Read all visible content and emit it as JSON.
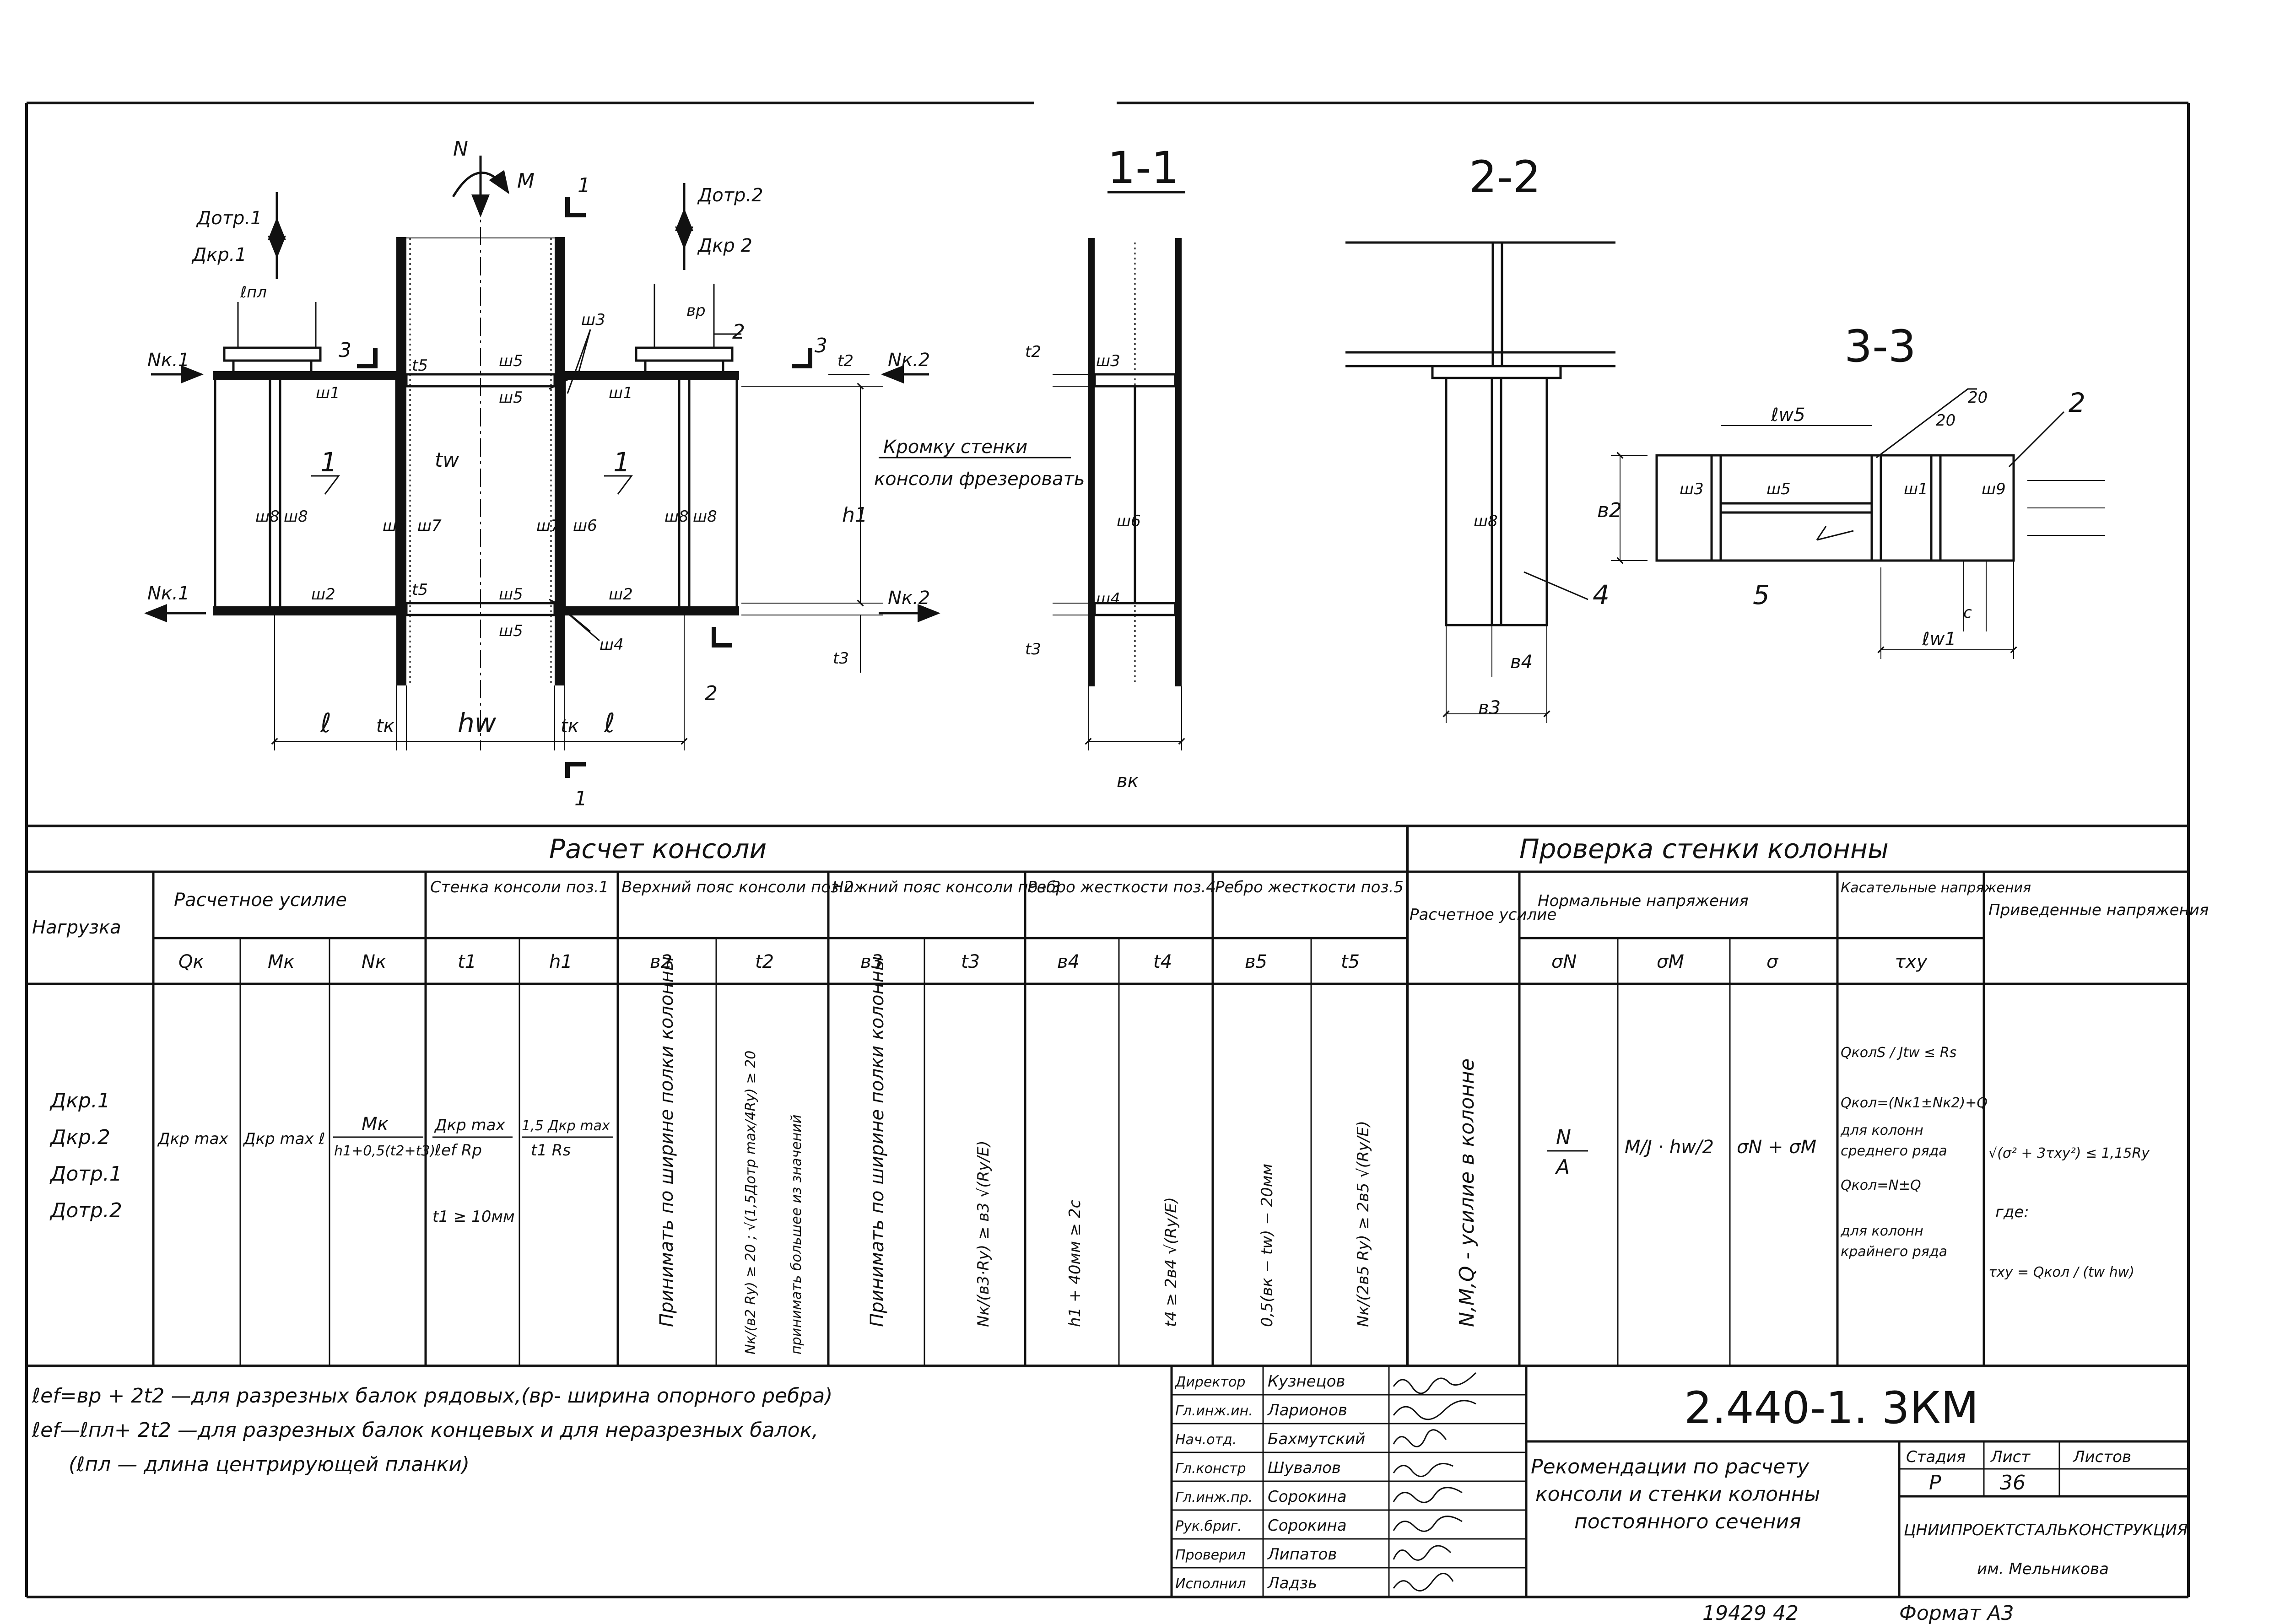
{
  "drawing": {
    "main": {
      "N": "N",
      "M": "M",
      "d_otp1": "Дотр.1",
      "d_kr1": "Дкр.1",
      "d_otp2": "Дотр.2",
      "d_kr2": "Дкр 2",
      "l_pl": "ℓпл",
      "b_p": "вр",
      "nk1_top": "Nк.1",
      "nk1_bot": "Nк.1",
      "nk2_top": "Nк.2",
      "nk2_bot": "Nк.2",
      "cut1_top": "1",
      "cut1_bot": "1",
      "cut2_top": "2",
      "cut2_bot": "2",
      "cut3_l": "3",
      "cut3_r": "3",
      "t2": "t2",
      "t3": "t3",
      "t5_top": "t5",
      "t5_bot": "t5",
      "tw": "tw",
      "h1": "h1",
      "w1_l": "ш1",
      "w1_r": "ш1",
      "w2_l": "ш2",
      "w2_r": "ш2",
      "w3": "ш3",
      "w4": "ш4",
      "w5_a": "ш5",
      "w5_b": "ш5",
      "w5_c": "ш5",
      "w5_d": "ш5",
      "w6_l": "ш6",
      "w6_r": "ш6",
      "w7_l": "ш7",
      "w7_r": "ш7",
      "w8_a": "ш8",
      "w8_b": "ш8",
      "w8_c": "ш8",
      "w8_d": "ш8",
      "pos1_l": "1",
      "pos1_r": "1",
      "note1": "Кромку стенки",
      "note2": "консоли фрезеровать",
      "dim_l_l": "ℓ",
      "dim_tk_l": "tк",
      "dim_hw": "hw",
      "dim_tk_r": "tк",
      "dim_l_r": "ℓ"
    },
    "sec11": {
      "title": "1-1",
      "t2": "t2",
      "t3": "t3",
      "w3": "ш3",
      "w4": "ш4",
      "w6": "ш6",
      "bk": "вк"
    },
    "sec22": {
      "title": "2-2",
      "w8": "ш8",
      "b4": "в4",
      "b3": "в3",
      "pos4": "4"
    },
    "sec33": {
      "title": "3-3",
      "lw5": "ℓw5",
      "a20": "20",
      "b20": "20",
      "pos2": "2",
      "pos5": "5",
      "b2": "в2",
      "w3": "ш3",
      "w5": "ш5",
      "w1": "ш1",
      "w9": "ш9",
      "c": "с",
      "lw1": "ℓw1"
    }
  },
  "table": {
    "section_left": "Расчет консоли",
    "section_right": "Проверка стенки колонны",
    "col_load": "Нагрузка",
    "g_force": "Расчетное усилие",
    "g_web": "Стенка консоли поз.1",
    "g_top": "Верхний пояс консоли поз.2",
    "g_bottom": "Нижний пояс консоли поз.3",
    "g_rib4": "Ребро жесткости поз.4",
    "g_rib5": "Ребро жесткости поз.5",
    "g_calc": "Расчетное усилие",
    "g_normal": "Нормальные напряжения",
    "g_shear": "Касательные напряжения",
    "g_reduced": "Приведенные напряжения",
    "h": [
      "Qк",
      "Mк",
      "Nк",
      "t1",
      "h1",
      "в2",
      "t2",
      "в3",
      "t3",
      "в4",
      "t4",
      "в5",
      "t5",
      "σN",
      "σM",
      "σ",
      "τxy"
    ],
    "loads": [
      "Дкр.1",
      "Дкр.2",
      "Дотр.1",
      "Дотр.2"
    ],
    "v_qk": "Дкр max",
    "v_mk": "Дкр max ℓ",
    "v_nk_num": "Mк",
    "v_nk_den": "h1+0,5(t2+t3)",
    "v_t1_num": "Дкр max",
    "v_t1_den": "ℓef Rр",
    "v_t1_min": "t1 ≥ 10мм",
    "v_h1_num": "1,5 Дкр max",
    "v_h1_den": "t1 Rs",
    "v_b2": "Принимать по ширине полки колонны",
    "v_t2_a": "Nк/(в2 Ry) ≥ 20 ; √(1,5Дотр max/4Ry) ≥ 20",
    "v_t2_b": "принимать большее из значений",
    "v_b3": "Принимать по ширине полки колонны",
    "v_t3": "Nк/(в3·Ry) ≥ в3 √(Ry/E)",
    "v_b4": "h1 + 40мм ≥ 2с",
    "v_t4": "t4 ≥ 2в4 √(Ry/E)",
    "v_b5": "0,5(вк − tw) − 20мм",
    "v_t5": "Nк/(2в5 Ry) ≥ 2в5 √(Ry/E)",
    "v_calc": "N,M,Q - усилие в колонне",
    "v_sn_num": "N",
    "v_sn_den": "A",
    "v_sm": "M/J · hw/2",
    "v_s": "σN + σM",
    "v_tau_1": "QколS / Jtw ≤ Rs",
    "v_tau_2": "Qкол=(Nк1±Nк2)+Q",
    "v_tau_3": "для колонн",
    "v_tau_4": "среднего ряда",
    "v_tau_5": "Qкол=N±Q",
    "v_tau_6": "для колонн",
    "v_tau_7": "крайнего ряда",
    "v_red_1": "√(σ² + 3τxy²) ≤ 1,15Ry",
    "v_red_2": "где:",
    "v_red_3": "τxy = Qкол / (tw hw)"
  },
  "notes": {
    "n1": "ℓef=вр + 2t2 —для разрезных балок рядовых,(вр- ширина опорного ребра)",
    "n2": "ℓef—ℓпл+ 2t2 —для разрезных балок концевых и для неразрезных балок,",
    "n3": "(ℓпл — длина центрирующей планки)"
  },
  "title_block": {
    "roles": [
      "Директор",
      "Гл.инж.ин.",
      "Нач.отд.",
      "Гл.констр",
      "Гл.инж.пр.",
      "Рук.бриг.",
      "Проверил",
      "Исполнил"
    ],
    "names": [
      "Кузнецов",
      "Ларионов",
      "Бахмутский",
      "Шувалов",
      "Сорокина",
      "Сорокина",
      "Липатов",
      "Ладзь"
    ],
    "code": "2.440-1. 3КМ",
    "title_1": "Рекомендации по расчету",
    "title_2": "консоли и стенки колонны",
    "title_3": "постоянного сечения",
    "h_stage": "Стадия",
    "h_sheet": "Лист",
    "h_sheets": "Листов",
    "stage": "Р",
    "sheet": "36",
    "org_1": "ЦНИИПРОЕКТСТАЛЬКОНСТРУКЦИЯ",
    "org_2": "им. Мельникова"
  },
  "footer": {
    "inv": "19429 42",
    "format": "Формат А3"
  }
}
